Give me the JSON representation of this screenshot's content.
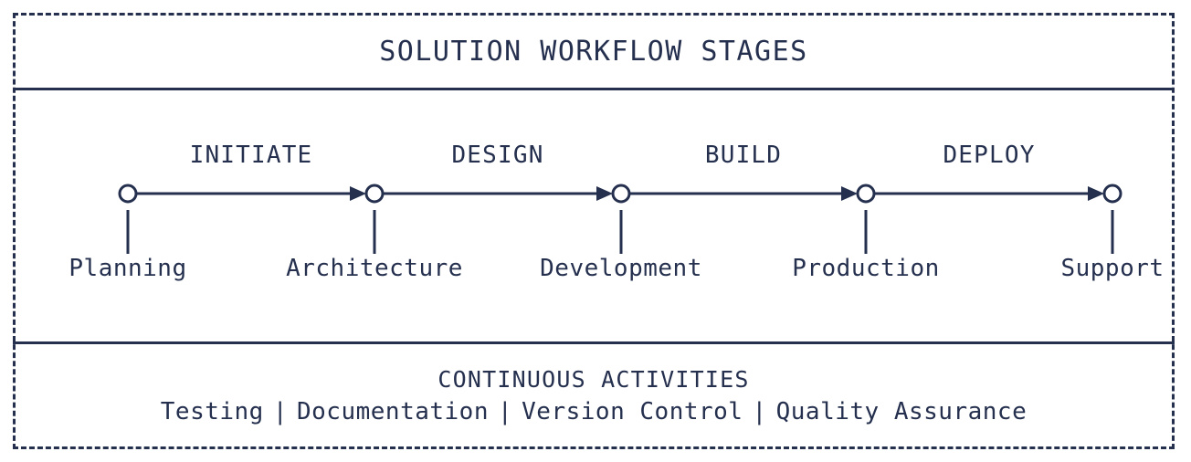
{
  "title": "SOLUTION WORKFLOW STAGES",
  "timeline": {
    "stages": [
      {
        "label": "INITIATE",
        "node_label": "Planning"
      },
      {
        "label": "DESIGN",
        "node_label": "Architecture"
      },
      {
        "label": "BUILD",
        "node_label": "Development"
      },
      {
        "label": "DEPLOY",
        "node_label": "Production"
      },
      {
        "label": "",
        "node_label": "Support"
      }
    ]
  },
  "continuous": {
    "heading": "CONTINUOUS ACTIVITIES",
    "items": [
      "Testing",
      "Documentation",
      "Version Control",
      "Quality Assurance"
    ],
    "separator": "|"
  },
  "colors": {
    "ink": "#25304f",
    "background": "#ffffff"
  }
}
